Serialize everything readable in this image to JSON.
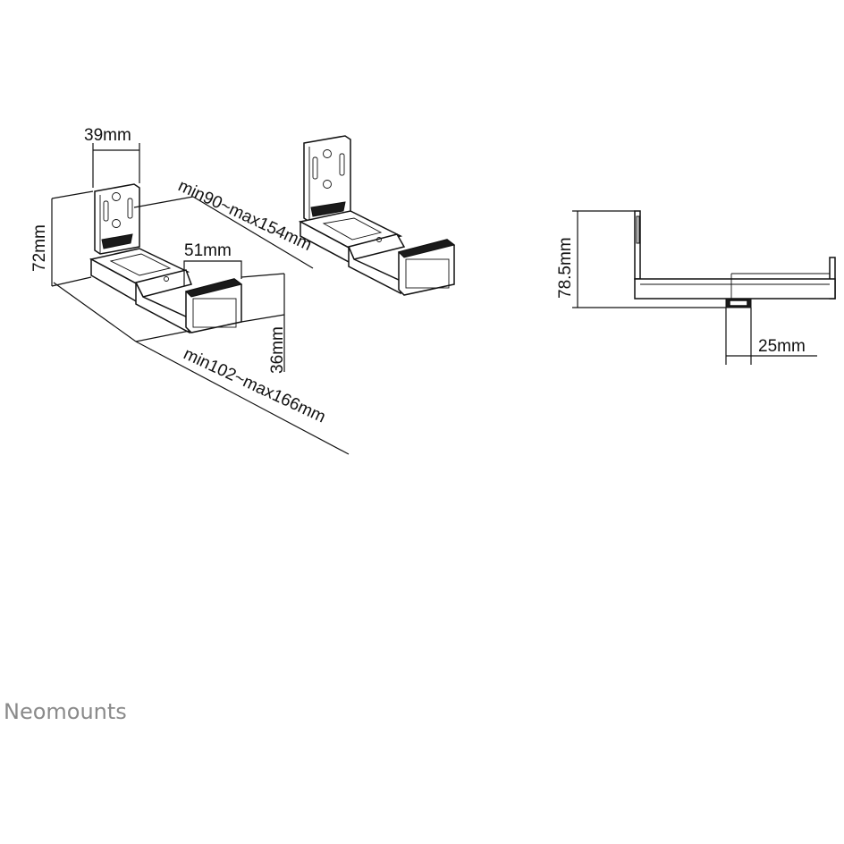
{
  "dimensions": {
    "width_top": "39mm",
    "height_left": "72mm",
    "depth_inner": "min90~max154mm",
    "lip_width": "51mm",
    "lip_height": "36mm",
    "depth_outer": "min102~max166mm",
    "side_height": "78.5mm",
    "side_width": "25mm"
  },
  "brand": {
    "name": "Neomounts",
    "color": "#8a8a8a"
  }
}
